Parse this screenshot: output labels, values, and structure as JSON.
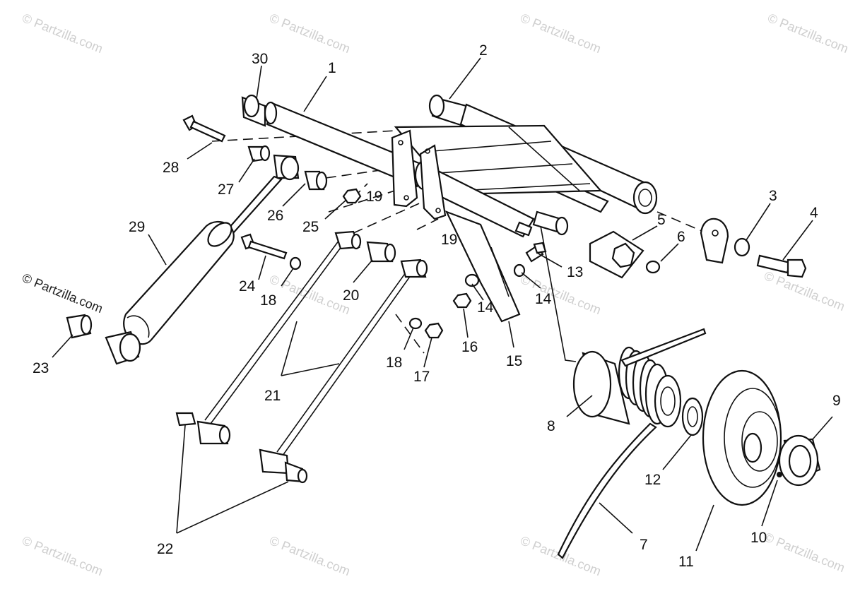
{
  "watermark": "© Partzilla.com",
  "callouts": [
    {
      "id": "c30",
      "text": "30"
    },
    {
      "id": "c1",
      "text": "1"
    },
    {
      "id": "c2",
      "text": "2"
    },
    {
      "id": "c3",
      "text": "3"
    },
    {
      "id": "c4",
      "text": "4"
    },
    {
      "id": "c5",
      "text": "5"
    },
    {
      "id": "c6",
      "text": "6"
    },
    {
      "id": "c28",
      "text": "28"
    },
    {
      "id": "c27",
      "text": "27"
    },
    {
      "id": "c26",
      "text": "26"
    },
    {
      "id": "c25",
      "text": "25"
    },
    {
      "id": "c19a",
      "text": "19"
    },
    {
      "id": "c19b",
      "text": "19"
    },
    {
      "id": "c29",
      "text": "29"
    },
    {
      "id": "c24",
      "text": "24"
    },
    {
      "id": "c18a",
      "text": "18"
    },
    {
      "id": "c20",
      "text": "20"
    },
    {
      "id": "c13",
      "text": "13"
    },
    {
      "id": "c14a",
      "text": "14"
    },
    {
      "id": "c14b",
      "text": "14"
    },
    {
      "id": "c16",
      "text": "16"
    },
    {
      "id": "c15",
      "text": "15"
    },
    {
      "id": "c18b",
      "text": "18"
    },
    {
      "id": "c17",
      "text": "17"
    },
    {
      "id": "c21",
      "text": "21"
    },
    {
      "id": "c23",
      "text": "23"
    },
    {
      "id": "c8",
      "text": "8"
    },
    {
      "id": "c9",
      "text": "9"
    },
    {
      "id": "c12",
      "text": "12"
    },
    {
      "id": "c10",
      "text": "10"
    },
    {
      "id": "c11",
      "text": "11"
    },
    {
      "id": "c7",
      "text": "7"
    },
    {
      "id": "c22",
      "text": "22"
    }
  ]
}
